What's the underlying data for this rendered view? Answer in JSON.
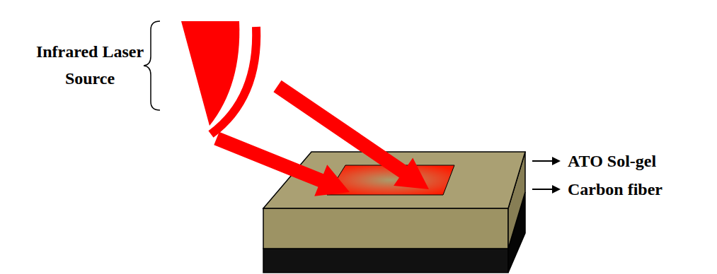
{
  "diagram": {
    "labels": [
      "Infrared Laser Source",
      "ATO Sol-gel",
      "Carbon fiber"
    ]
  }
}
